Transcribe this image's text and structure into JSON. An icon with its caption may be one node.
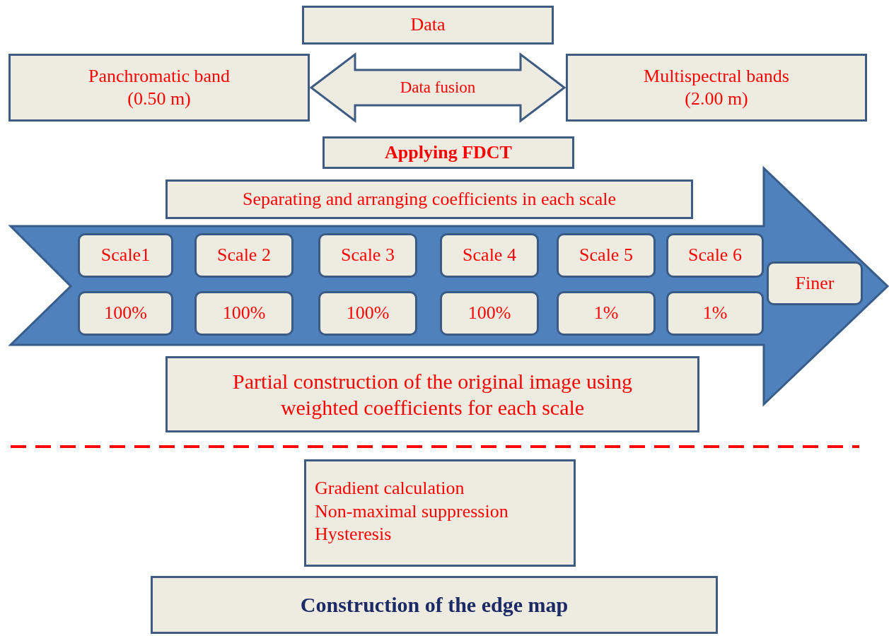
{
  "diagram": {
    "nodes": [
      {
        "text": [
          "Data"
        ]
      },
      {
        "text": [
          "Panchromatic band (0.50 m)"
        ]
      },
      {
        "text": [
          "Multispectral bands (2.00 m)"
        ]
      },
      {
        "text": [
          "Applying FDCT"
        ]
      },
      {
        "text": [
          "Separating and arranging coefficients in each scale"
        ]
      },
      {
        "text": [],
        "shape": "arrow"
      },
      {
        "text": [
          "Scale1"
        ],
        "in": 5
      },
      {
        "text": [
          "Scale 2"
        ],
        "in": 5
      },
      {
        "text": [
          "Scale 3"
        ],
        "in": 5
      },
      {
        "text": [
          "Scale 4"
        ],
        "in": 5
      },
      {
        "text": [
          "Scale 5"
        ],
        "in": 5
      },
      {
        "text": [
          "Scale 6"
        ],
        "in": 5
      },
      {
        "text": [
          "100%"
        ],
        "in": 5
      },
      {
        "text": [
          "100%"
        ],
        "in": 5
      },
      {
        "text": [
          "100%"
        ],
        "in": 5
      },
      {
        "text": [
          "100%"
        ],
        "in": 5
      },
      {
        "text": [
          "1%"
        ],
        "in": 5
      },
      {
        "text": [
          "1%"
        ],
        "in": 5
      },
      {
        "text": [
          "Finer"
        ],
        "in": 5
      },
      {
        "text": [
          "Partial construction of the original image using weighted coefficients for each scale"
        ]
      },
      {
        "text": [
          "Gradient calculation",
          "Non-maximal suppression",
          "Hysteresis"
        ]
      },
      {
        "text": [
          "Construction of the edge map"
        ]
      }
    ],
    "edges": [
      {
        "from": 1,
        "to": 2,
        "arrow": "both",
        "label": "Data fusion",
        "style": "thick"
      }
    ]
  }
}
